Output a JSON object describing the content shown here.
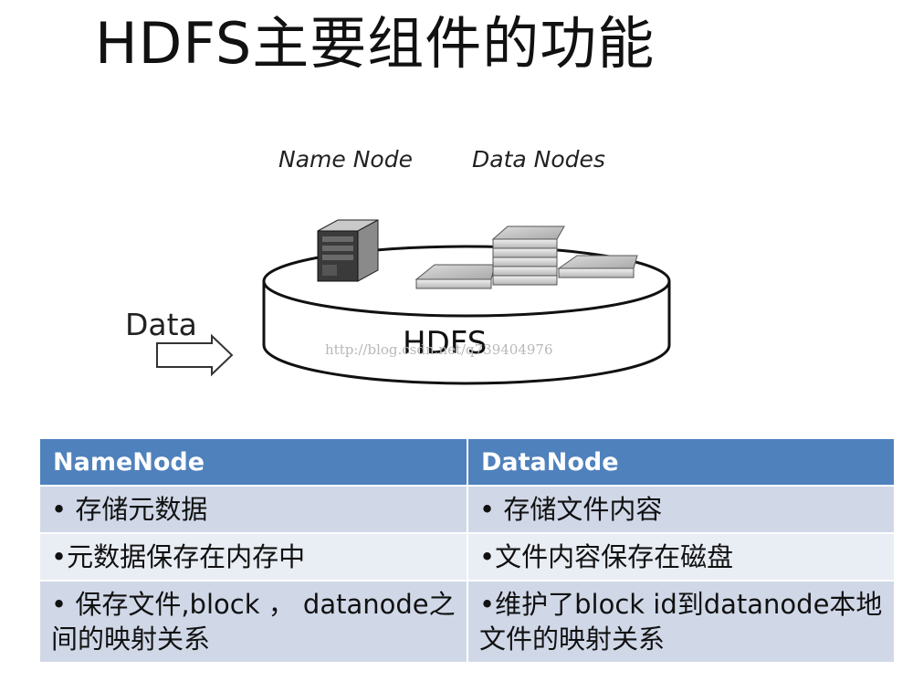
{
  "title": "HDFS主要组件的功能",
  "diagram": {
    "name_node_label": "Name Node",
    "data_nodes_label": "Data Nodes",
    "data_label": "Data",
    "hdfs_label": "HDFS",
    "watermark": "http://blog.csdn.net/q739404976",
    "icons": [
      "tower-server-icon",
      "rack-server-icon",
      "arrow-right-icon",
      "storage-cylinder-icon"
    ]
  },
  "table": {
    "headers": [
      "NameNode",
      "DataNode"
    ],
    "rows": [
      [
        "• 存储元数据",
        "• 存储文件内容"
      ],
      [
        "•元数据保存在内存中",
        "•文件内容保存在磁盘"
      ],
      [
        "• 保存文件,block ， datanode之间的映射关系",
        "•维护了block id到datanode本地文件的映射关系"
      ]
    ]
  },
  "colors": {
    "header_bg": "#4f81bd",
    "row_dark": "#d0d8e8",
    "row_light": "#e9edf4"
  }
}
